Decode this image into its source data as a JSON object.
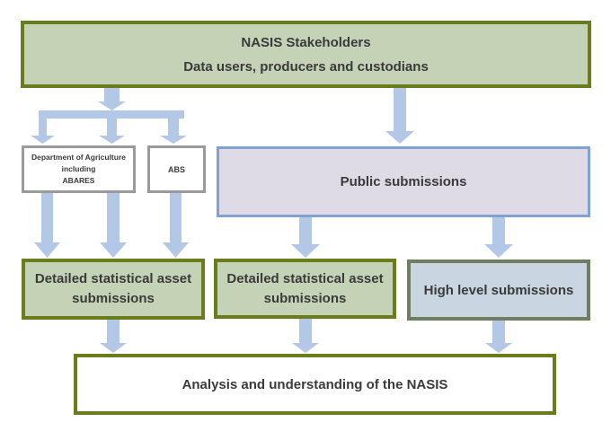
{
  "diagram": {
    "stakeholders": {
      "title": "NASIS Stakeholders",
      "subtitle": "Data users, producers and custodians"
    },
    "dept_agriculture": {
      "line1": "Department of Agriculture",
      "line2": "including",
      "line3": "ABARES"
    },
    "abs": {
      "label": "ABS"
    },
    "public_submissions": {
      "label": "Public submissions"
    },
    "detailed_left": {
      "line1": "Detailed statistical asset",
      "line2": "submissions"
    },
    "detailed_middle": {
      "line1": "Detailed statistical asset",
      "line2": "submissions"
    },
    "high_level": {
      "label": "High level submissions"
    },
    "analysis": {
      "label": "Analysis and understanding of the NASIS"
    },
    "colors": {
      "arrow": "#b3c8e6",
      "green_fill": "#c4d3b6",
      "green_border": "#6a7d1d",
      "lavender_fill": "#dedbe6",
      "lavender_border": "#7fa2cf",
      "bluegrey_fill": "#c9d6e2",
      "grey_border": "#9a9a9a"
    }
  }
}
